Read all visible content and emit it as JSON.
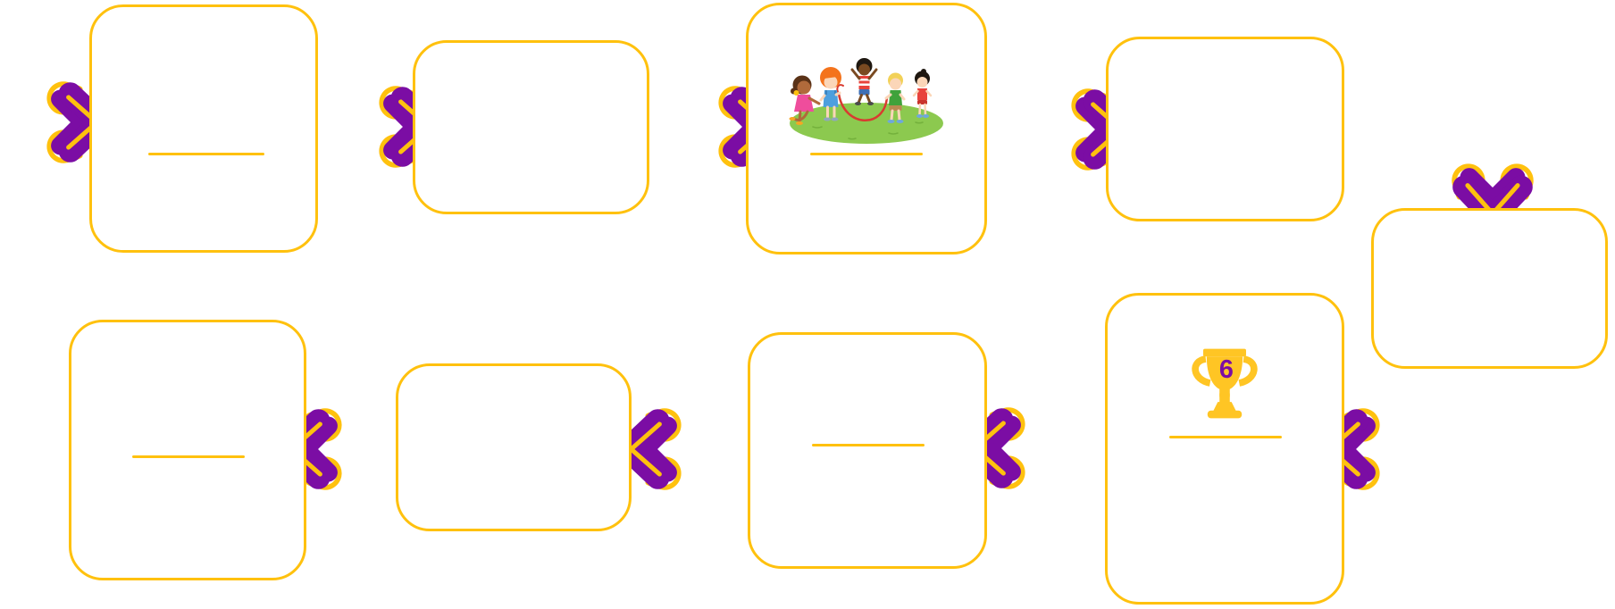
{
  "activity": {
    "description_of_flow": "sequence of cards linked by arrows, top row left-to-right then down then bottom row right-to-left",
    "trophy": {
      "number": "6"
    },
    "cards": {
      "top_row": [
        {
          "id": "step-1",
          "blank_line": true,
          "content": ""
        },
        {
          "id": "step-2",
          "blank_line": false,
          "content": ""
        },
        {
          "id": "step-3",
          "blank_line": true,
          "content": "children-playing-jump-rope-illustration"
        },
        {
          "id": "step-4",
          "blank_line": false,
          "content": ""
        },
        {
          "id": "step-5",
          "blank_line": false,
          "content": ""
        }
      ],
      "bottom_row": [
        {
          "id": "step-6",
          "blank_line": true,
          "content": ""
        },
        {
          "id": "step-7",
          "blank_line": false,
          "content": ""
        },
        {
          "id": "step-8",
          "blank_line": true,
          "content": ""
        },
        {
          "id": "step-9",
          "blank_line": true,
          "content": "trophy-with-number",
          "number": "6"
        }
      ]
    },
    "icons": [
      "chevron-right-swirl-icon",
      "chevron-down-swirl-icon",
      "chevron-left-swirl-icon",
      "trophy-icon"
    ],
    "colors": {
      "card_border_yellow": "#FFC10E",
      "arrow_purple": "#7B0DA4",
      "trophy_gold": "#FFC524",
      "number_purple": "#7B0DA4",
      "grass_green": "#8CC94F",
      "rope_red": "#D93A30"
    }
  }
}
